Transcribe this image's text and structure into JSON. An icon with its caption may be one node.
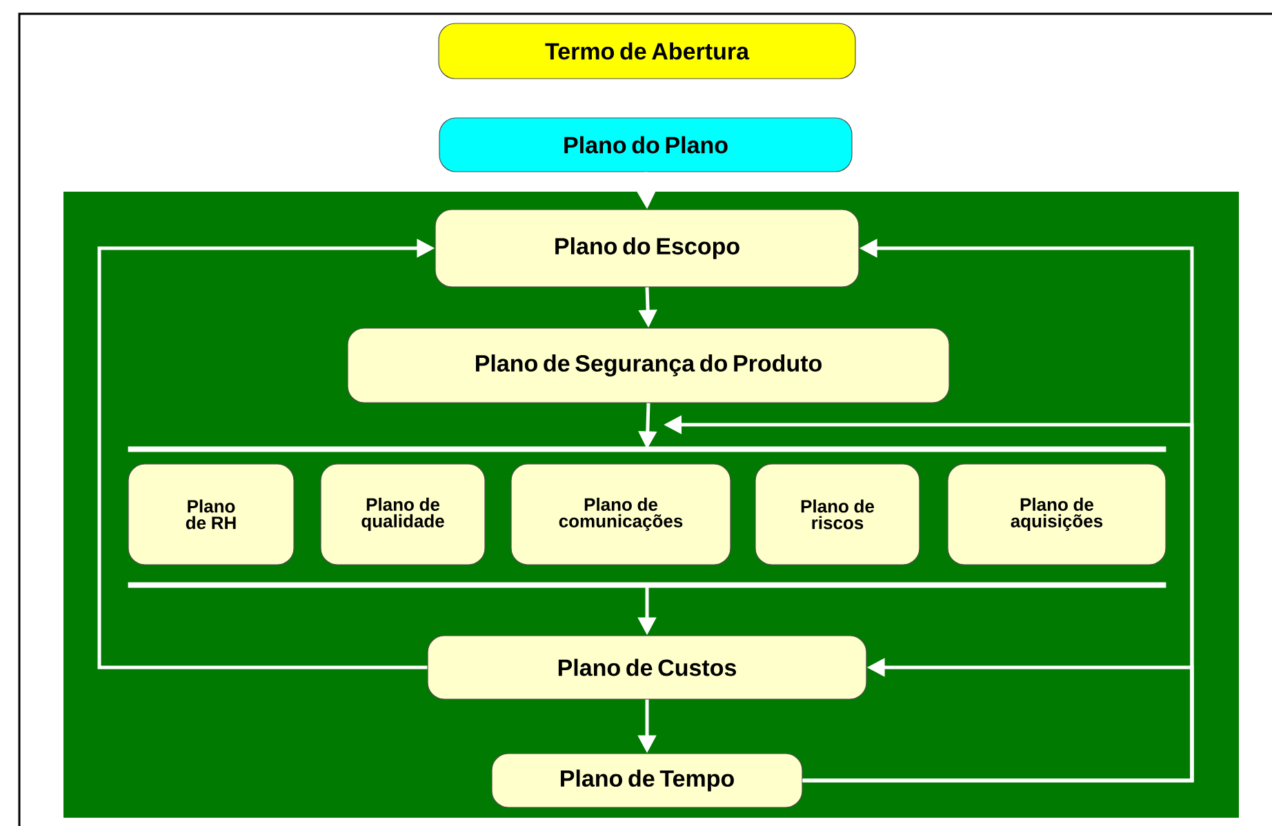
{
  "diagram": {
    "nodes": [
      {
        "text": [
          "Termo de Abertura"
        ]
      },
      {
        "text": [
          "Plano do Plano"
        ]
      },
      {
        "text": [],
        "shape": "box"
      },
      {
        "text": [
          "Plano do Escopo"
        ],
        "in": 2
      },
      {
        "text": [
          "Plano de Segurança do Produto"
        ],
        "in": 2
      },
      {
        "text": [],
        "shape": "band",
        "in": 2
      },
      {
        "text": [
          "Plano de RH"
        ],
        "in": 5
      },
      {
        "text": [
          "Plano de qualidade"
        ],
        "in": 5
      },
      {
        "text": [
          "Plano de comunicações"
        ],
        "in": 5
      },
      {
        "text": [
          "Plano de riscos"
        ],
        "in": 5
      },
      {
        "text": [
          "Plano de aquisições"
        ],
        "in": 5
      },
      {
        "text": [
          "Plano de Custos"
        ],
        "in": 2
      },
      {
        "text": [
          "Plano de Tempo"
        ],
        "in": 2
      }
    ],
    "edges": [
      {
        "from": 1,
        "to": 3,
        "arrow": "to"
      },
      {
        "from": 3,
        "to": 4,
        "arrow": "to"
      },
      {
        "from": 4,
        "to": 5,
        "arrow": "to"
      },
      {
        "from": 5,
        "to": 11,
        "arrow": "to"
      },
      {
        "from": 11,
        "to": 12,
        "arrow": "to"
      },
      {
        "from": 11,
        "to": 3,
        "arrow": "to"
      },
      {
        "from": 12,
        "to": 3,
        "arrow": "to"
      },
      {
        "from": 12,
        "to": 5,
        "arrow": "to"
      },
      {
        "from": 12,
        "to": 11,
        "arrow": "to"
      }
    ]
  }
}
